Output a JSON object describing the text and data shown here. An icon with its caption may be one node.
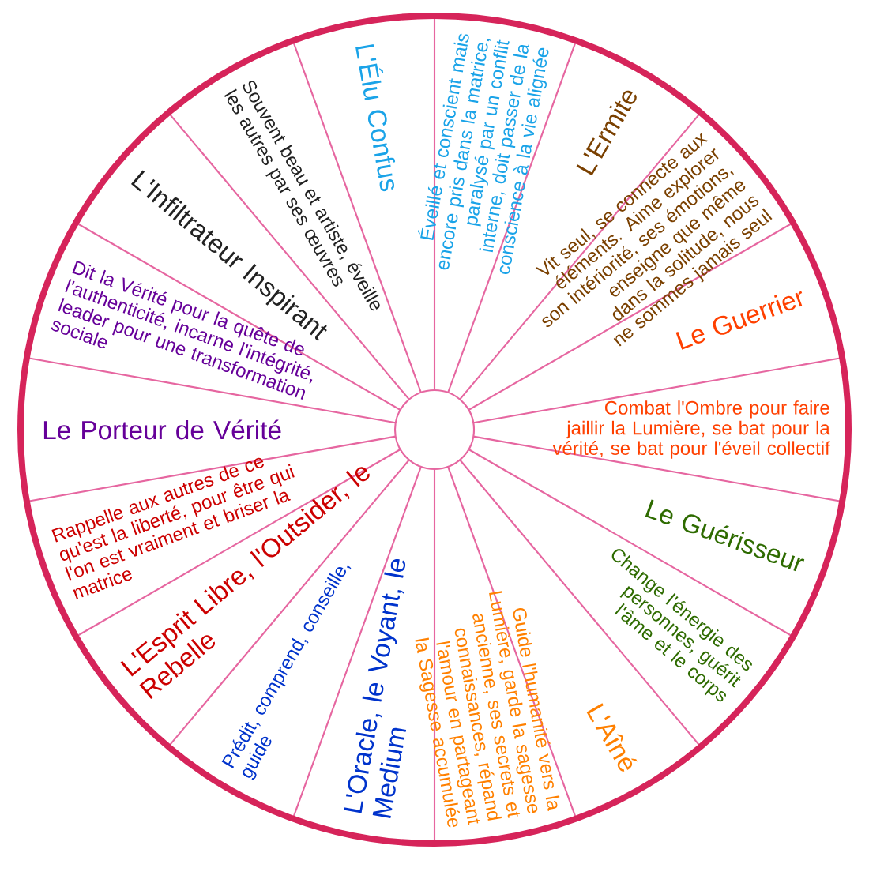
{
  "diagram": {
    "nodes": [
      {
        "text": [
          "L'Élu Confus"
        ]
      },
      {
        "text": [
          "Éveillé et conscient mais encore pris dans la matrice, paralysé par un conflit interne, doit passer de la conscience à la vie alignée"
        ]
      },
      {
        "text": [
          "L'Ermite"
        ]
      },
      {
        "text": [
          "Vit seul, se connecte aux éléments. Aime explorer son intériorité, ses émotions, enseigne que même dans la solitude, nous ne sommes jamais seul"
        ]
      },
      {
        "text": [
          "Le Guerrier"
        ]
      },
      {
        "text": [
          "Combat l'Ombre pour faire jaillir la Lumière, se bat pour la vérité, se bat pour l'éveil collectif"
        ]
      },
      {
        "text": [
          "Le Guérisseur"
        ]
      },
      {
        "text": [
          "Change l'énergie des personnes, guérit l'âme et le corps"
        ]
      },
      {
        "text": [
          "L'Aîné"
        ]
      },
      {
        "text": [
          "Guide l'humanité vers la Lumière, garde la sagesse ancienne, ses secrets et connaissances, répand l'amour en partageant la Sagesse accumulée"
        ]
      },
      {
        "text": [
          "L'Oracle, le Voyant, le Medium"
        ]
      },
      {
        "text": [
          "Prédit, comprend, conseille, guide"
        ]
      },
      {
        "text": [
          "L'Esprit Libre, l'Outsider, le Rebelle"
        ]
      },
      {
        "text": [
          "Rappelle aux autres de ce qu'est la liberté, pour être qui l'on est vraiment et briser la matrice"
        ]
      },
      {
        "text": [
          "Le Porteur de Vérité"
        ]
      },
      {
        "text": [
          "Dit la Vérité pour la quête de l'authenticité, incarne l'intégrité, leader pour une transformation sociale"
        ]
      },
      {
        "text": [
          "L'Infiltrateur Inspirant"
        ]
      },
      {
        "text": [
          "Souvent beau et artiste, éveille les autres par ses œuvres"
        ]
      }
    ]
  }
}
